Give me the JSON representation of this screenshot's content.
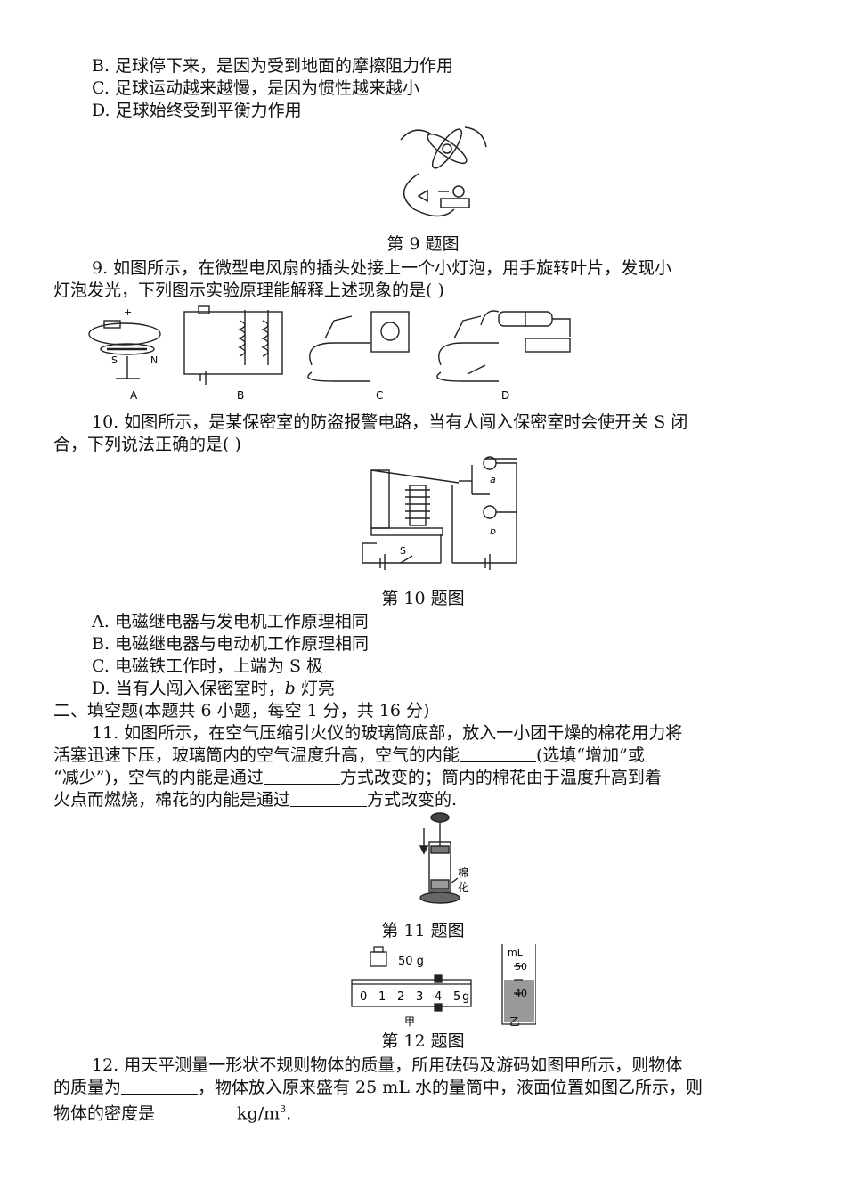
{
  "q8": {
    "optB": "B.  足球停下来，是因为受到地面的摩擦阻力作用",
    "optC": "C.  足球运动越来越慢，是因为惯性越来越小",
    "optD": "D.  足球始终受到平衡力作用"
  },
  "q9": {
    "caption": "第 9 题图",
    "line1": "9.  如图所示，在微型电风扇的插头处接上一个小灯泡，用手旋转叶片，发现小",
    "line2": "灯泡发光，下列图示实验原理能解释上述现象的是(    )",
    "figA": "A",
    "figB": "B",
    "figC": "C",
    "figD": "D",
    "poleS": "S",
    "poleN": "N",
    "minus": "−",
    "plus": "+"
  },
  "q10": {
    "line1": "10.  如图所示，是某保密室的防盗报警电路，当有人闯入保密室时会使开关 S 闭",
    "line2": "合，下列说法正确的是(    )",
    "caption": "第 10 题图",
    "labelA": "a",
    "labelB": "b",
    "labelS": "S",
    "optA": "A.  电磁继电器与发电机工作原理相同",
    "optB": "B.  电磁继电器与电动机工作原理相同",
    "optC": "C.  电磁铁工作时，上端为 S 极",
    "optD_pre": "D.  当有人闯入保密室时，",
    "optD_var": "b",
    "optD_post": " 灯亮"
  },
  "section2": {
    "title": "二、填空题(本题共 6 小题，每空 1 分，共 16 分)"
  },
  "q11": {
    "line1": "11.  如图所示，在空气压缩引火仪的玻璃筒底部，放入一小团干燥的棉花用力将",
    "line2a": "活塞迅速下压，玻璃筒内的空气温度升高，空气的内能",
    "line2b": "(选填“增加”或",
    "line3a": "“减少”)，空气的内能是通过",
    "line3b": "方式改变的；筒内的棉花由于温度升高到着",
    "line4a": "火点而燃烧，棉花的内能是通过",
    "line4b": "方式改变的.",
    "label1": "棉",
    "label2": "花",
    "caption": "第 11 题图"
  },
  "q12": {
    "weight": "50 g",
    "scale": [
      "0",
      "1",
      "2",
      "3",
      "4",
      "5"
    ],
    "scaleUnit": "g",
    "jia": "甲",
    "yi": "乙",
    "mL": "mL",
    "mark50": "50",
    "mark40": "40",
    "caption": "第 12 题图",
    "line1": "12.  用天平测量一形状不规则物体的质量，所用砝码及游码如图甲所示，则物体",
    "line2a": "的质量为",
    "line2b": "，物体放入原来盛有 25 mL 水的量筒中，液面位置如图乙所示，则",
    "line3a": "物体的密度是",
    "line3b": " kg/m",
    "line3sup": "3",
    "line3c": "."
  }
}
